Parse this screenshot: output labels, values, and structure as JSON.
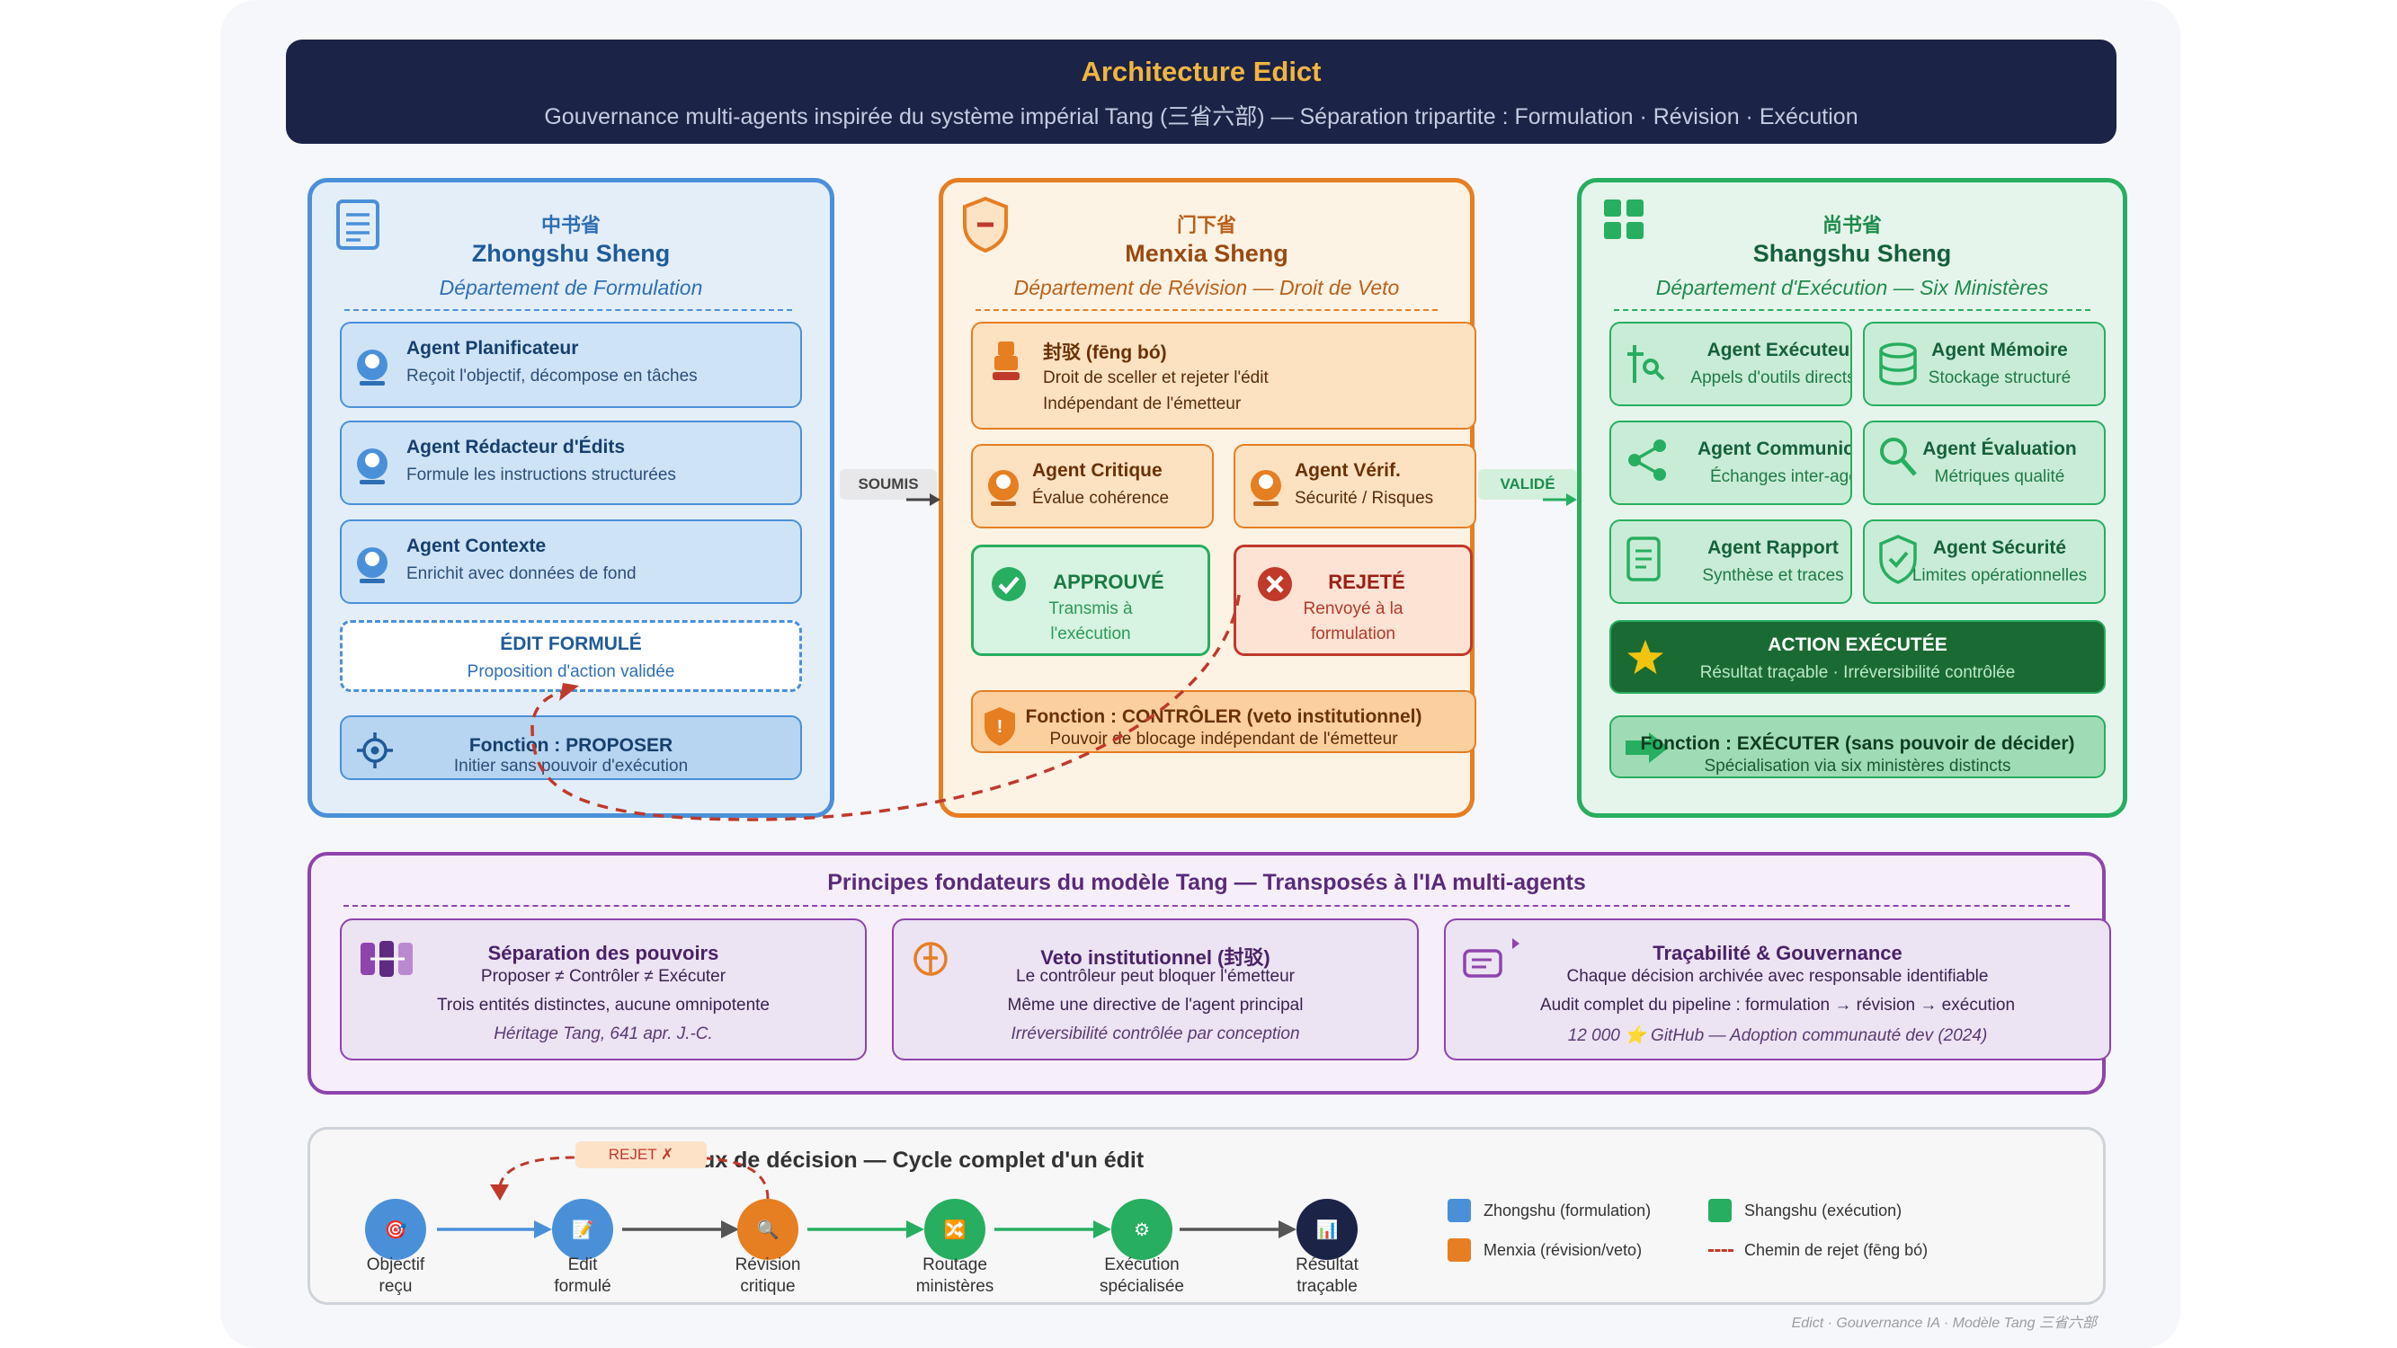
{
  "header": {
    "title": "Architecture Edict",
    "subtitle": "Gouvernance multi-agents inspirée du système impérial Tang (三省六部) — Séparation tripartite : Formulation · Révision · Exécution"
  },
  "zhongshu": {
    "chinese": "中书省",
    "name": "Zhongshu Sheng",
    "subtitle": "Département de Formulation",
    "agents": [
      {
        "title": "Agent Planificateur",
        "desc": "Reçoit l'objectif, décompose en tâches"
      },
      {
        "title": "Agent Rédacteur d'Édits",
        "desc": "Formule les instructions structurées"
      },
      {
        "title": "Agent Contexte",
        "desc": "Enrichit avec données de fond"
      }
    ],
    "edit_title": "ÉDIT FORMULÉ",
    "edit_desc": "Proposition d'action validée",
    "function_title": "Fonction : PROPOSER",
    "function_desc": "Initier sans pouvoir d'exécution"
  },
  "menxia": {
    "chinese": "门下省",
    "name": "Menxia Sheng",
    "subtitle": "Département de Révision — Droit de Veto",
    "seal_title": "封驳 (fēng bó)",
    "seal_line1": "Droit de sceller et rejeter l'édit",
    "seal_line2": "Indépendant de l'émetteur",
    "agents": [
      {
        "title": "Agent Critique",
        "desc": "Évalue cohérence"
      },
      {
        "title": "Agent Vérif.",
        "desc": "Sécurité / Risques"
      }
    ],
    "approved_title": "APPROUVÉ",
    "approved_desc1": "Transmis à",
    "approved_desc2": "l'exécution",
    "rejected_title": "REJETÉ",
    "rejected_desc1": "Renvoyé à la",
    "rejected_desc2": "formulation",
    "function_title": "Fonction : CONTRÔLER (veto institutionnel)",
    "function_desc": "Pouvoir de blocage indépendant de l'émetteur"
  },
  "shangshu": {
    "chinese": "尚书省",
    "name": "Shangshu Sheng",
    "subtitle": "Département d'Exécution — Six Ministères",
    "ministries": [
      {
        "title": "Agent Exécuteur",
        "desc": "Appels d'outils directs"
      },
      {
        "title": "Agent Mémoire",
        "desc": "Stockage structuré"
      },
      {
        "title": "Agent Communication",
        "desc": "Échanges inter-agents"
      },
      {
        "title": "Agent Évaluation",
        "desc": "Métriques qualité"
      },
      {
        "title": "Agent Rapport",
        "desc": "Synthèse et traces"
      },
      {
        "title": "Agent Sécurité",
        "desc": "Limites opérationnelles"
      }
    ],
    "action_title": "ACTION EXÉCUTÉE",
    "action_desc": "Résultat traçable · Irréversibilité contrôlée",
    "function_title": "Fonction : EXÉCUTER (sans pouvoir de décider)",
    "function_desc": "Spécialisation via six ministères distincts"
  },
  "arrows": {
    "submitted": "SOUMIS",
    "validated": "VALIDÉ"
  },
  "principles": {
    "title": "Principes fondateurs du modèle Tang — Transposés à l'IA multi-agents",
    "cards": [
      {
        "title": "Séparation des pouvoirs",
        "line1": "Proposer ≠ Contrôler ≠ Exécuter",
        "line2": "Trois entités distinctes, aucune omnipotente",
        "italic": "Héritage Tang, 641 apr. J.-C."
      },
      {
        "title": "Veto institutionnel (封驳)",
        "line1": "Le contrôleur peut bloquer l'émetteur",
        "line2": "Même une directive de l'agent principal",
        "italic": "Irréversibilité contrôlée par conception"
      },
      {
        "title": "Traçabilité & Gouvernance",
        "line1": "Chaque décision archivée avec responsable identifiable",
        "line2": "Audit complet du pipeline : formulation → révision → exécution",
        "italic": "12 000 ⭐ GitHub — Adoption communauté dev (2024)"
      }
    ]
  },
  "flow": {
    "title": "Flux de décision — Cycle complet d'un édit",
    "reject_label": "REJET ✗",
    "steps": [
      {
        "line1": "Objectif",
        "line2": "reçu",
        "glyph": "🎯"
      },
      {
        "line1": "Edit",
        "line2": "formulé",
        "glyph": "📝"
      },
      {
        "line1": "Révision",
        "line2": "critique",
        "glyph": "🔍"
      },
      {
        "line1": "Routage",
        "line2": "ministères",
        "glyph": "🔀"
      },
      {
        "line1": "Exécution",
        "line2": "spécialisée",
        "glyph": "⚙"
      },
      {
        "line1": "Résultat",
        "line2": "traçable",
        "glyph": "📊"
      }
    ],
    "legend": [
      {
        "label": "Zhongshu (formulation)",
        "color": "#4a90d9"
      },
      {
        "label": "Shangshu (exécution)",
        "color": "#27ae60"
      },
      {
        "label": "Menxia (révision/veto)",
        "color": "#e67e22"
      },
      {
        "label": "Chemin de rejet (fēng bó)",
        "color": "#c0392b"
      }
    ]
  },
  "footer": "Edict · Gouvernance IA · Modèle Tang 三省六部",
  "colors": {
    "blue": "#4a90d9",
    "orange": "#e67e22",
    "green": "#27ae60",
    "purple": "#8e44ad",
    "navy": "#1b2447",
    "red": "#c0392b"
  }
}
